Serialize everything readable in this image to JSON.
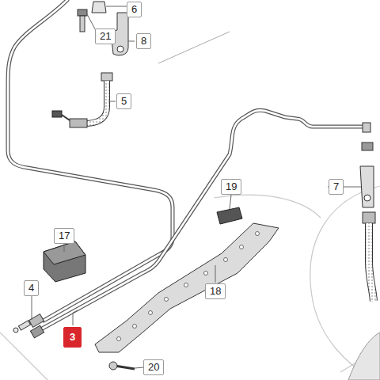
{
  "diagram": {
    "nodes": [
      {
        "text": [
          "6"
        ]
      },
      {
        "text": [
          "21"
        ]
      },
      {
        "text": [
          "8"
        ]
      },
      {
        "text": [
          "5"
        ]
      },
      {
        "text": [
          "7"
        ]
      },
      {
        "text": [
          "19"
        ]
      },
      {
        "text": [
          "17"
        ]
      },
      {
        "text": [
          "4"
        ]
      },
      {
        "text": [
          "18"
        ]
      },
      {
        "text": [
          "3"
        ]
      },
      {
        "text": [
          "20"
        ]
      }
    ]
  }
}
